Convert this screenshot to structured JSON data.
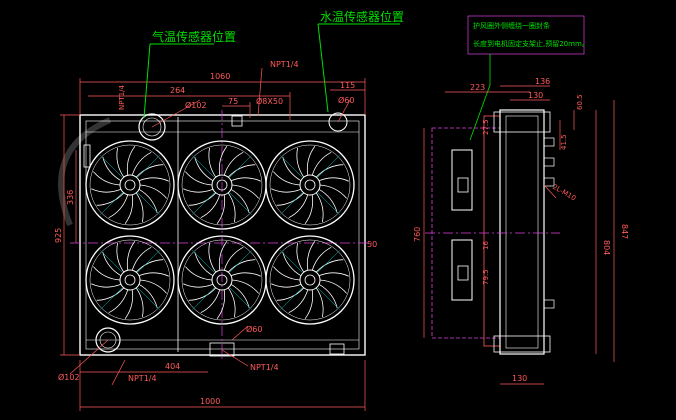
{
  "colors": {
    "background": "#000000",
    "outline": "#ffffff",
    "dimension": "#ff5a5a",
    "annotation": "#00e000",
    "hidden": "#e040e0",
    "cyan": "#00d0d0",
    "fan": "#ffffff"
  },
  "annotations": {
    "air_sensor": "气温传感器位置",
    "water_sensor": "水温传感器位置",
    "side_note_1": "护风圈外侧缠绕一圈封条",
    "side_note_2": "长度到电机固定支架止,预留20mm。"
  },
  "front_view": {
    "dims": {
      "width_top": "1060",
      "d264": "264",
      "d75": "75",
      "phi102_top": "Ø102",
      "phi8x50": "Ø8X50",
      "npt_top": "NPT1/4",
      "phi60_top": "Ø60",
      "d115": "115",
      "d925": "925",
      "d336": "336",
      "d50": "50",
      "phi60_mid": "Ø60",
      "npt_left_vertical": "NPT1/4",
      "npt_bottom_left": "NPT1/4",
      "d404": "404",
      "phi102_bottom": "Ø102",
      "npt_bottom_right": "NPT1/4",
      "width_bottom": "1000"
    },
    "fan_count": 6
  },
  "side_view": {
    "dims": {
      "d223": "223",
      "d136": "136",
      "d130_top": "130",
      "d60_5": "60.5",
      "d41_5": "41.5",
      "d760": "760",
      "d804": "804",
      "d847": "847",
      "m10": "2L-M10",
      "d130_bottom": "130",
      "d16": "16",
      "d27_5": "27.5",
      "d79_5": "79.5"
    }
  }
}
